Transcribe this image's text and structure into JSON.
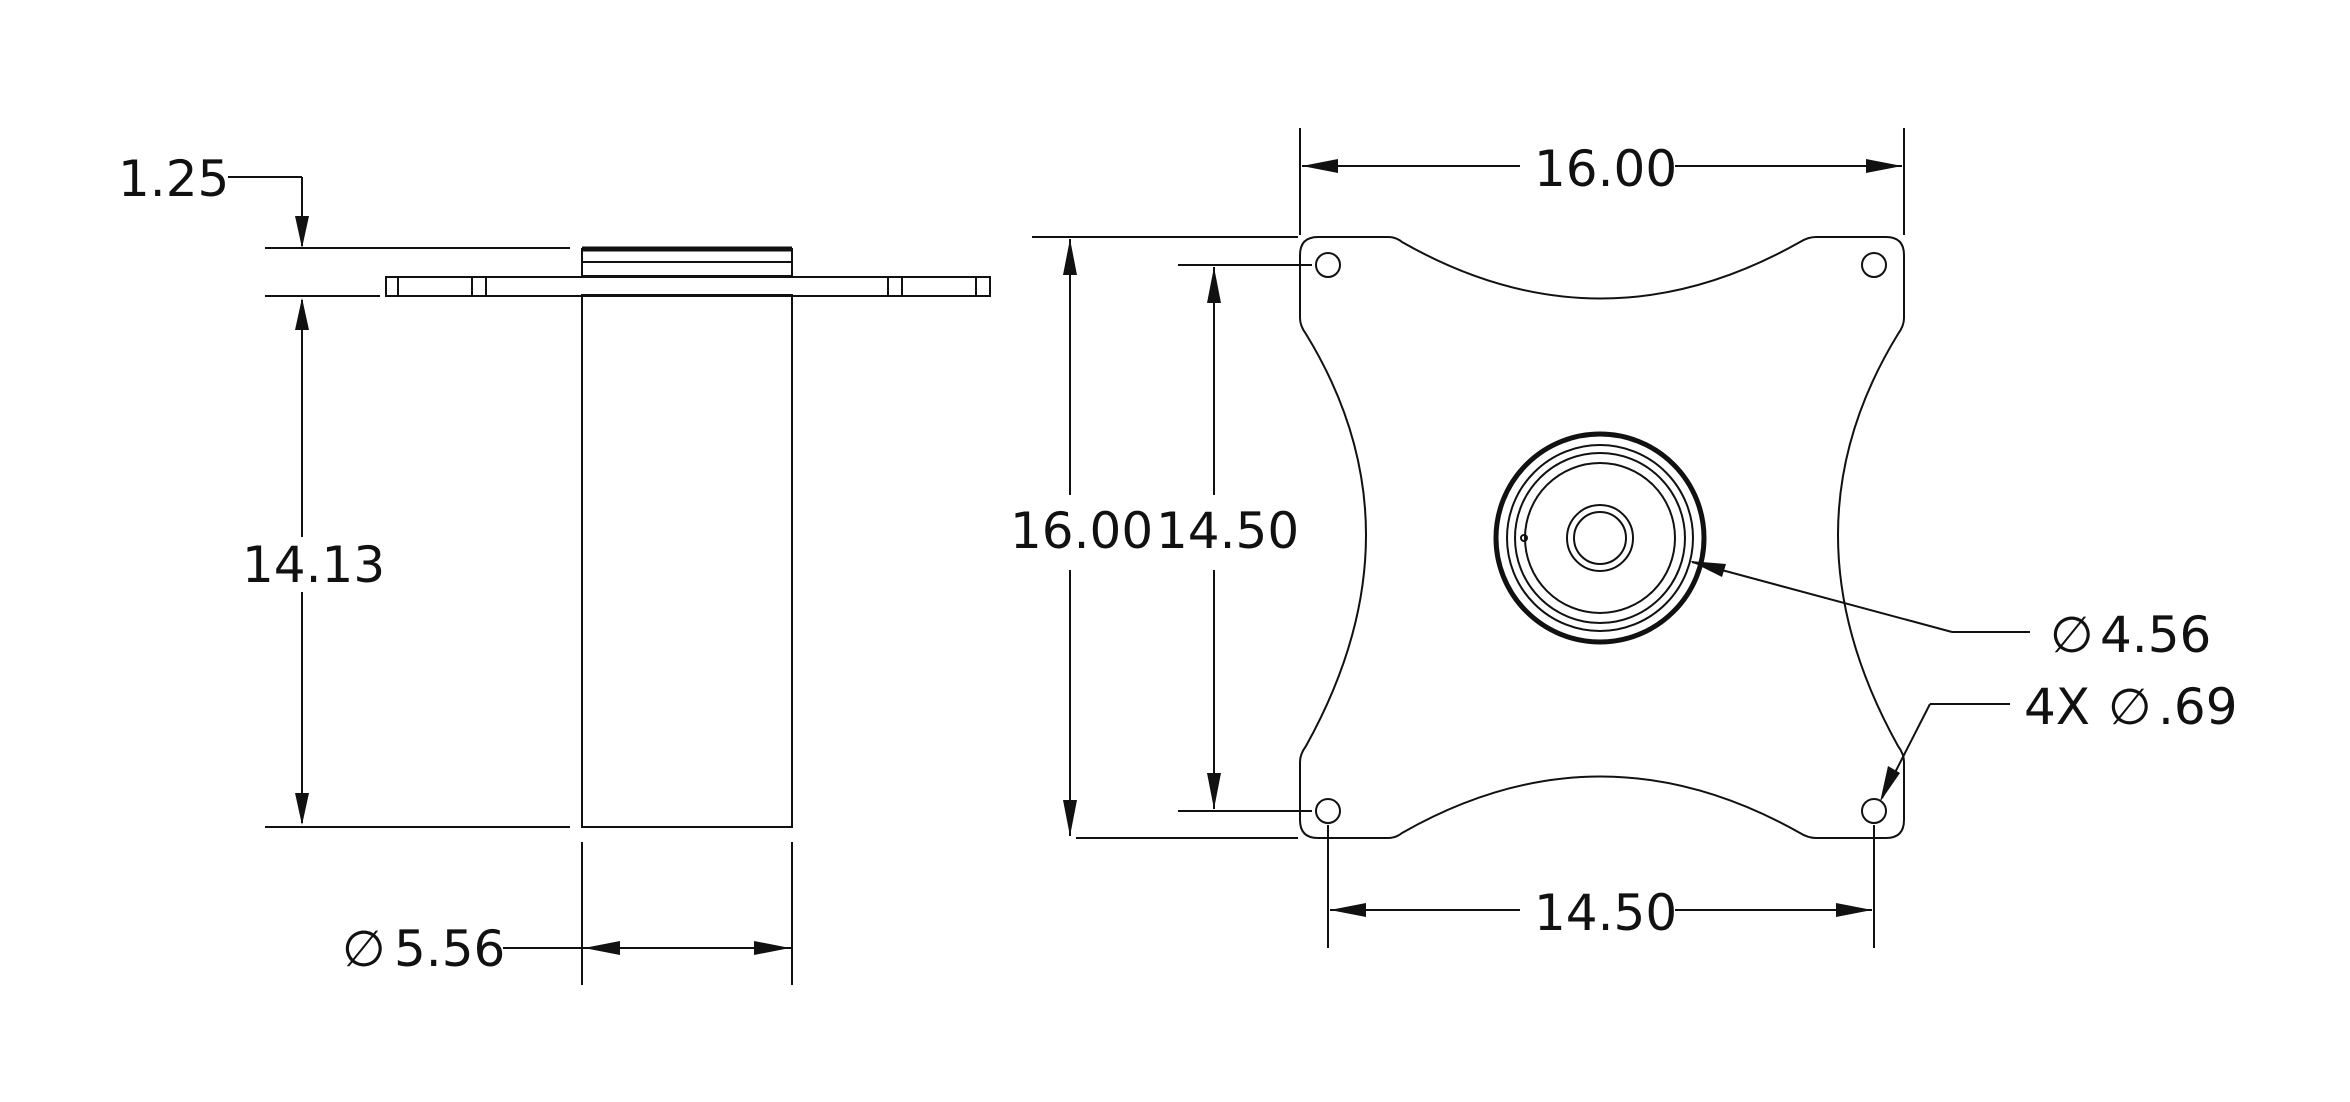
{
  "dimensions": {
    "flange_thickness": "1.25",
    "post_height": "14.13",
    "post_diameter": "5.56",
    "plate_width": "16.00",
    "plate_height": "16.00",
    "hole_spacing_vertical": "14.50",
    "hole_spacing_horizontal": "14.50",
    "hub_diameter": "4.56",
    "hole_count": "4X",
    "hole_diameter": ".69"
  },
  "symbols": {
    "diameter": "∅"
  }
}
